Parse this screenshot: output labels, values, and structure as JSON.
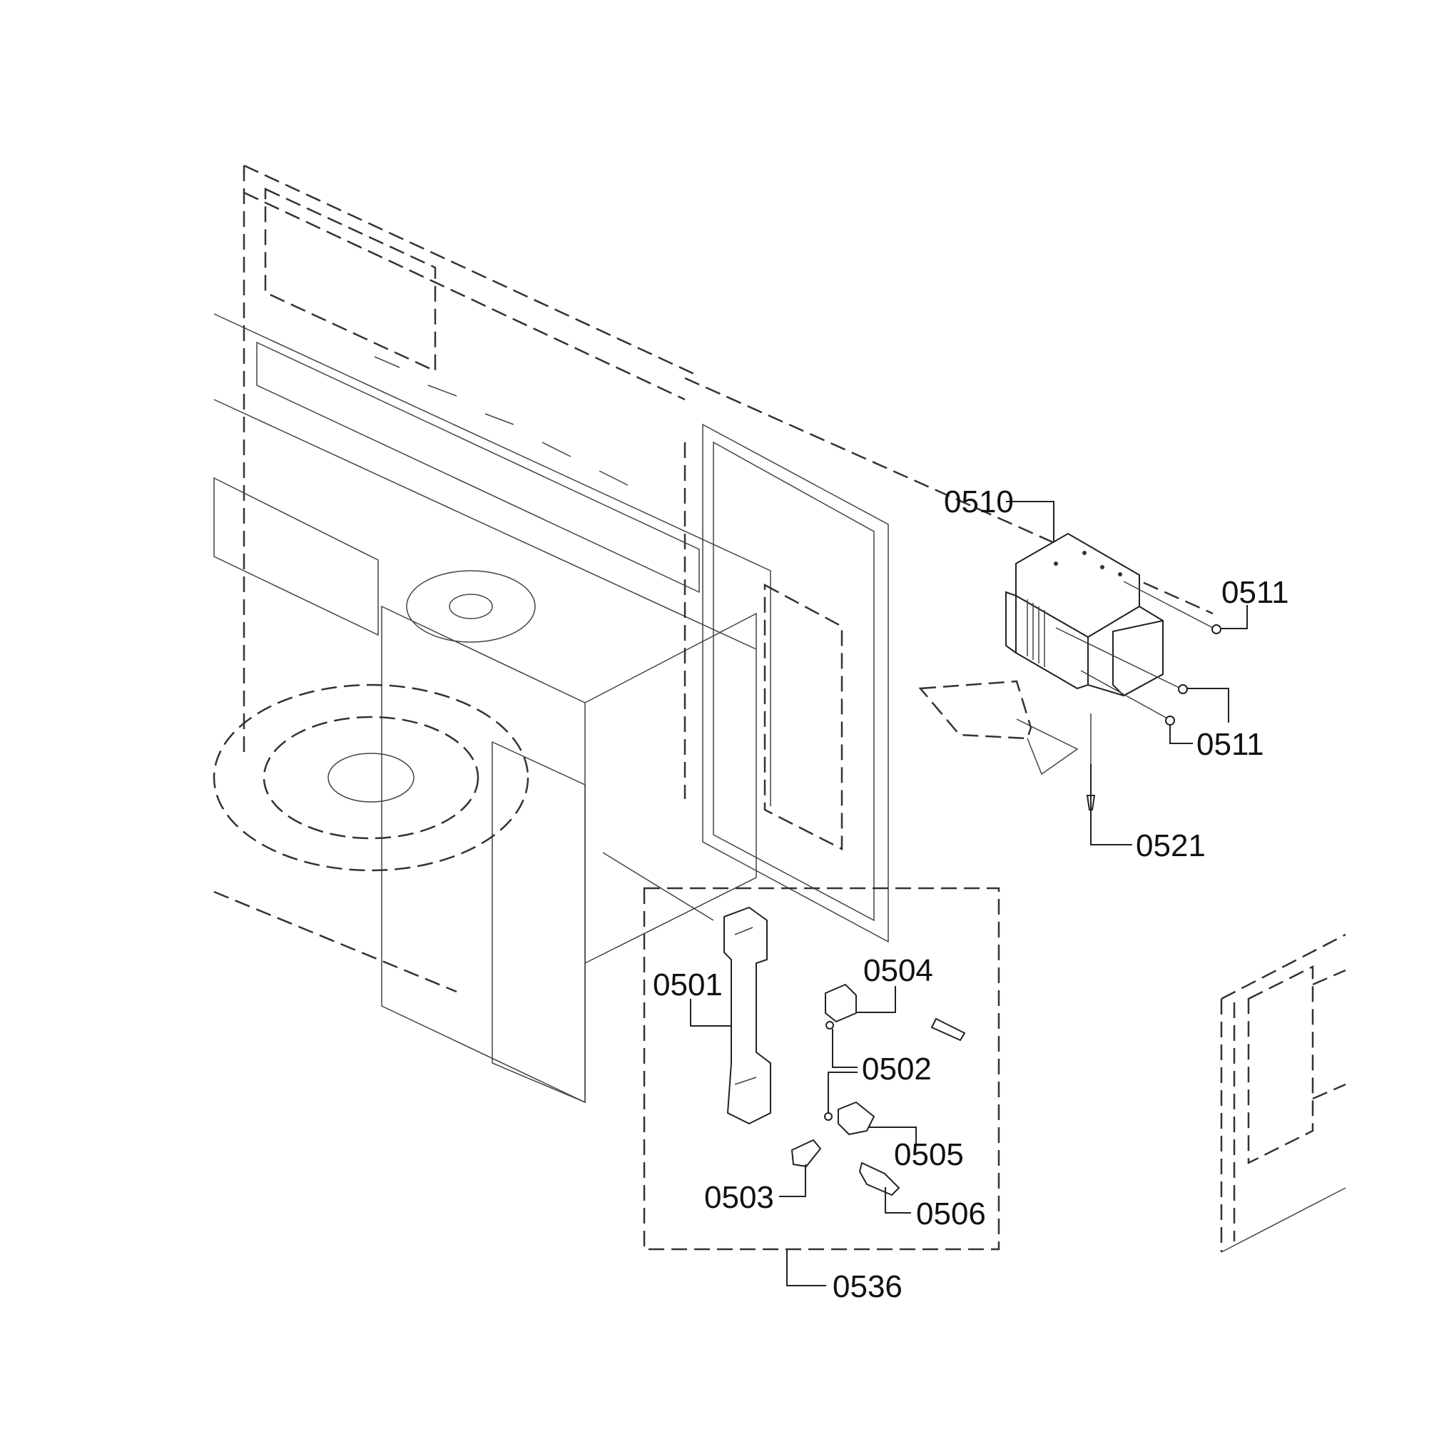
{
  "diagram": {
    "type": "exploded-parts-diagram",
    "callouts": {
      "p0510": "0510",
      "p0511_a": "0511",
      "p0511_b": "0511",
      "p0521": "0521",
      "p0501": "0501",
      "p0502": "0502",
      "p0503": "0503",
      "p0504": "0504",
      "p0505": "0505",
      "p0506": "0506",
      "p0536": "0536"
    }
  }
}
